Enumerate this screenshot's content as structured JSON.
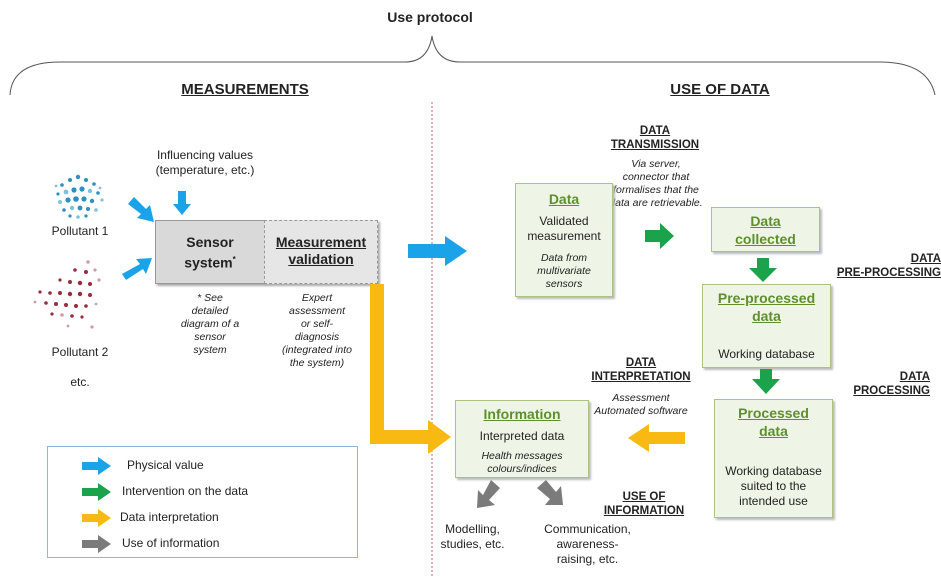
{
  "title": "Use protocol",
  "measurements": {
    "header": "MEASUREMENTS",
    "influencing": [
      "Influencing values",
      "(temperature, etc.)"
    ],
    "pollutant1": "Pollutant 1",
    "pollutant2": "Pollutant 2",
    "etc": "etc.",
    "sensor_system": [
      "Sensor",
      "system"
    ],
    "sensor_asterisk": "*",
    "measurement_validation": [
      "Measurement",
      "validation"
    ],
    "sensor_note": [
      "* See",
      "detailed",
      "diagram of a",
      "sensor",
      "system"
    ],
    "validation_note": [
      "Expert",
      "assessment",
      "or self-",
      "diagnosis",
      "(integrated into",
      "the system)"
    ]
  },
  "use_of_data": {
    "header": "USE OF DATA",
    "transmission": {
      "label": [
        "DATA",
        "TRANSMISSION"
      ],
      "note": [
        "Via server,",
        "connector that",
        "formalises that the",
        "data are retrievable."
      ]
    },
    "data_box": {
      "title": "Data",
      "text": [
        "Validated",
        "measurement"
      ],
      "note": [
        "Data from",
        "multivariate",
        "sensors"
      ]
    },
    "collected_box": {
      "title": [
        "Data",
        "collected"
      ]
    },
    "preprocessing_label": [
      "DATA",
      "PRE-PROCESSING"
    ],
    "preprocessed_box": {
      "title": [
        "Pre-processed",
        "data"
      ],
      "text": "Working database"
    },
    "processing_label": [
      "DATA",
      "PROCESSING"
    ],
    "processed_box": {
      "title": [
        "Processed",
        "data"
      ],
      "text": [
        "Working database",
        "suited to the",
        "intended use"
      ]
    },
    "interpretation": {
      "label": [
        "DATA",
        "INTERPRETATION"
      ],
      "note": [
        "Assessment",
        "Automated software"
      ]
    },
    "information_box": {
      "title": "Information",
      "text": "Interpreted data",
      "note": [
        "Health messages",
        "colours/indices"
      ]
    },
    "use_of_information_label": [
      "USE OF",
      "INFORMATION"
    ],
    "outputs": {
      "modelling": [
        "Modelling,",
        "studies, etc."
      ],
      "communication": [
        "Communication,",
        "awareness-",
        "raising, etc."
      ]
    }
  },
  "legend": [
    {
      "label": "Physical value",
      "color": "#1aa3e8"
    },
    {
      "label": "Intervention on the data",
      "color": "#1aa34a"
    },
    {
      "label": "Data interpretation",
      "color": "#f8b912"
    },
    {
      "label": "Use of information",
      "color": "#7b7b7b"
    }
  ],
  "colors": {
    "physical": "#1aa3e8",
    "intervention": "#1aa34a",
    "interpretation": "#f8b912",
    "use": "#7b7b7b",
    "divider": "#e06060",
    "box_green": "#5f8f2c"
  }
}
